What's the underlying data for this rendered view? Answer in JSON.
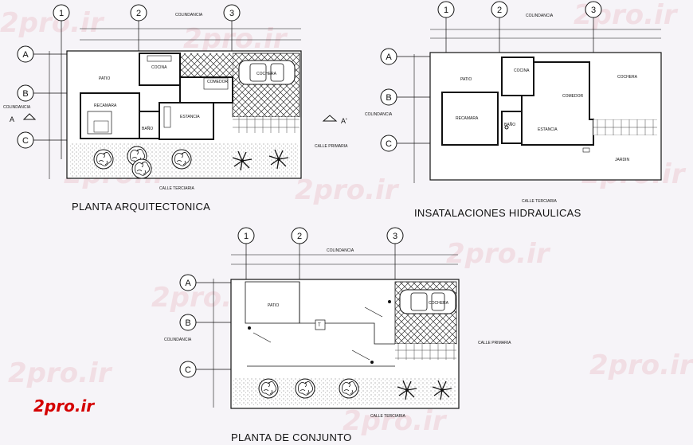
{
  "titles": {
    "architectural": "PLANTA ARQUITECTONICA",
    "hydraulic": "INSATALACIONES HIDRAULICAS",
    "site": "PLANTA  DE CONJUNTO"
  },
  "axes": {
    "columns": [
      "1",
      "2",
      "3"
    ],
    "rows": [
      "A",
      "B",
      "C"
    ]
  },
  "labels": {
    "colindancia": "COLINDANCIA",
    "calle_primaria": "CALLE PRIMARIA",
    "calle_terciaria": "CALLE TERCIARIA",
    "section_a": "A",
    "section_a_prime": "A'"
  },
  "rooms": {
    "cocina": "COCINA",
    "comedor": "COMEDOR",
    "cochera": "COCHERA",
    "patio": "PATIO",
    "recamara": "RECAMARA",
    "estancia": "ESTANCIA",
    "bano": "BAÑO",
    "jardin": "JARDIN"
  },
  "brand": {
    "logo": "2pro.ir",
    "watermark": "2pro.ir",
    "logo_color": "#d40000"
  }
}
